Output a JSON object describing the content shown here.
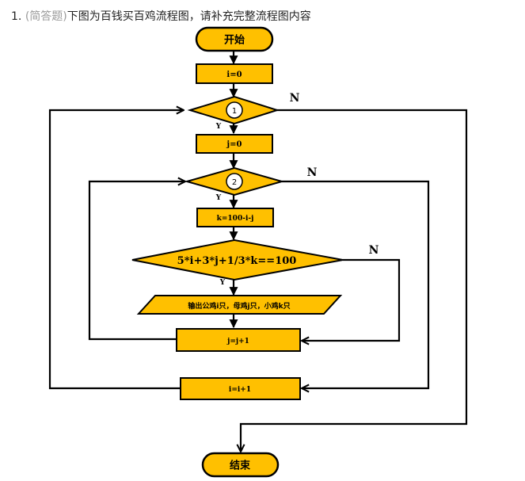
{
  "question": {
    "number": "1.",
    "type": "(简答题)",
    "text": "下图为百钱买百鸡流程图，请补充完整流程图内容"
  },
  "flowchart": {
    "start": "开始",
    "end": "结束",
    "init_i": "i=0",
    "cond1": "1",
    "init_j": "j=0",
    "cond2": "2",
    "calc_k": "k=100-i-j",
    "condition": "5*i+3*j+1/3*k==100",
    "output": "输出公鸡i只，母鸡j只，小鸡k只",
    "inc_j": "j=j+1",
    "inc_i": "i=i+1",
    "yes": "Y",
    "no": "N"
  },
  "colors": {
    "fill": "#FFC000",
    "stroke": "#000000",
    "qtype": "#9a9a9a"
  }
}
